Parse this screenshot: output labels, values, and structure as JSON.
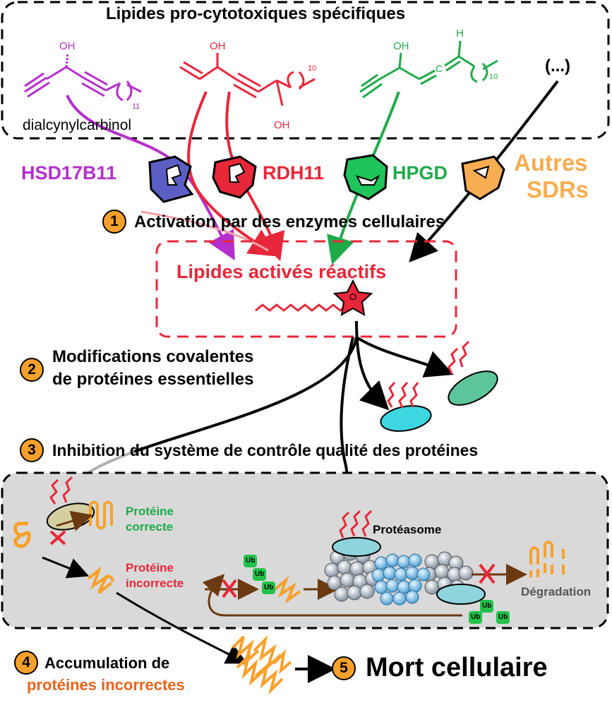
{
  "top_box": {
    "title": "Lipides pro-cytotoxiques spécifiques"
  },
  "molecules": {
    "dialcynyl": {
      "oh": "OH",
      "subscript": "11",
      "name": "dialcynylcarbinol"
    },
    "red": {
      "oh_top": "OH",
      "oh_bottom": "OH",
      "subscript": "10"
    },
    "green": {
      "oh": "OH",
      "h": "H",
      "c_allene": "C",
      "subscript": "10"
    },
    "other": {
      "label": "(...)"
    }
  },
  "enzymes": [
    {
      "label": "HSD17B11",
      "color": "#b52fcc"
    },
    {
      "label": "RDH11",
      "color": "#e8273a"
    },
    {
      "label": "HPGD",
      "color": "#1faa4a"
    },
    {
      "label_line1": "Autres",
      "label_line2": "SDRs",
      "color": "#f7ad52"
    }
  ],
  "steps": [
    {
      "num": "1",
      "text": "Activation par des enzymes cellulaires"
    },
    {
      "num": "2",
      "line1": "Modifications covalentes",
      "line2": "de protéines essentielles"
    },
    {
      "num": "3",
      "text": "Inhibition du système de contrôle qualité des protéines"
    },
    {
      "num": "4",
      "line1": "Accumulation de",
      "line2": "protéines incorrectes"
    },
    {
      "num": "5",
      "text": "Mort cellulaire"
    }
  ],
  "activated": {
    "title": "Lipides activés réactifs",
    "oxygen": "O"
  },
  "quality_box": {
    "correct_line1": "Protéine",
    "correct_line2": "correcte",
    "incorrect_line1": "Protéine",
    "incorrect_line2": "incorrecte",
    "proteasome": "Protéasome",
    "degradation": "Dégradation",
    "ub": "Ub"
  },
  "colors": {
    "purple": "#b52fcc",
    "red": "#e8273a",
    "green": "#1faa4a",
    "orange": "#f7a12b",
    "box_grey": "#d9d9d9",
    "cyan": "#3ed6e0",
    "teal": "#5cc69a"
  }
}
